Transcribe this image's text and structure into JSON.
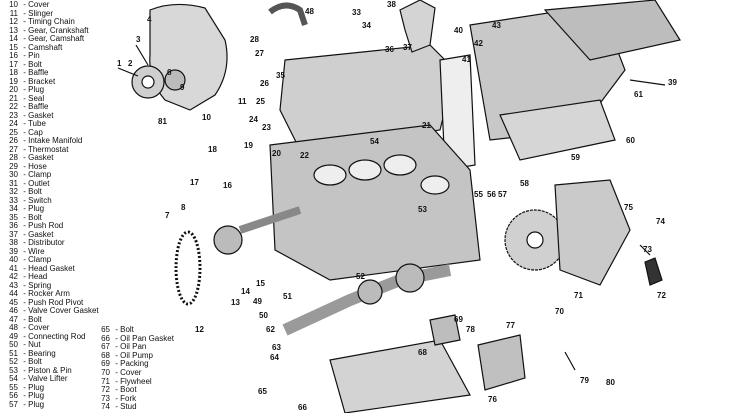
{
  "legend_left": [
    {
      "num": "10",
      "name": "Cover"
    },
    {
      "num": "11",
      "name": "Slinger"
    },
    {
      "num": "12",
      "name": "Timing Chain"
    },
    {
      "num": "13",
      "name": "Gear, Crankshaft"
    },
    {
      "num": "14",
      "name": "Gear, Camshaft"
    },
    {
      "num": "15",
      "name": "Camshaft"
    },
    {
      "num": "16",
      "name": "Pin"
    },
    {
      "num": "17",
      "name": "Bolt"
    },
    {
      "num": "18",
      "name": "Baffle"
    },
    {
      "num": "19",
      "name": "Bracket"
    },
    {
      "num": "20",
      "name": "Plug"
    },
    {
      "num": "21",
      "name": "Seal"
    },
    {
      "num": "22",
      "name": "Baffle"
    },
    {
      "num": "23",
      "name": "Gasket"
    },
    {
      "num": "24",
      "name": "Tube"
    },
    {
      "num": "25",
      "name": "Cap"
    },
    {
      "num": "26",
      "name": "Intake Manifold"
    },
    {
      "num": "27",
      "name": "Thermostat"
    },
    {
      "num": "28",
      "name": "Gasket"
    },
    {
      "num": "29",
      "name": "Hose"
    },
    {
      "num": "30",
      "name": "Clamp"
    },
    {
      "num": "31",
      "name": "Outlet"
    },
    {
      "num": "32",
      "name": "Bolt"
    },
    {
      "num": "33",
      "name": "Switch"
    },
    {
      "num": "34",
      "name": "Plug"
    },
    {
      "num": "35",
      "name": "Bolt"
    },
    {
      "num": "36",
      "name": "Push Rod"
    },
    {
      "num": "37",
      "name": "Gasket"
    },
    {
      "num": "38",
      "name": "Distributor"
    },
    {
      "num": "39",
      "name": "Wire"
    },
    {
      "num": "40",
      "name": "Clamp"
    },
    {
      "num": "41",
      "name": "Head Gasket"
    },
    {
      "num": "42",
      "name": "Head"
    },
    {
      "num": "43",
      "name": "Spring"
    },
    {
      "num": "44",
      "name": "Rocker Arm"
    },
    {
      "num": "45",
      "name": "Push Rod Pivot"
    },
    {
      "num": "46",
      "name": "Valve Cover Gasket"
    },
    {
      "num": "47",
      "name": "Bolt"
    },
    {
      "num": "48",
      "name": "Cover"
    },
    {
      "num": "49",
      "name": "Connecting Rod"
    },
    {
      "num": "50",
      "name": "Nut"
    },
    {
      "num": "51",
      "name": "Bearing"
    },
    {
      "num": "52",
      "name": "Bolt"
    },
    {
      "num": "53",
      "name": "Piston & Pin"
    },
    {
      "num": "54",
      "name": "Valve Lifter"
    },
    {
      "num": "55",
      "name": "Plug"
    },
    {
      "num": "56",
      "name": "Plug"
    },
    {
      "num": "57",
      "name": "Plug"
    }
  ],
  "legend_right": [
    {
      "num": "65",
      "name": "Bolt"
    },
    {
      "num": "66",
      "name": "Oil Pan Gasket"
    },
    {
      "num": "67",
      "name": "Oil Pan"
    },
    {
      "num": "68",
      "name": "Oil Pump"
    },
    {
      "num": "69",
      "name": "Packing"
    },
    {
      "num": "70",
      "name": "Cover"
    },
    {
      "num": "71",
      "name": "Flywheel"
    },
    {
      "num": "72",
      "name": "Boot"
    },
    {
      "num": "73",
      "name": "Fork"
    },
    {
      "num": "74",
      "name": "Stud"
    }
  ],
  "callouts": [
    {
      "label": "1"
    },
    {
      "label": "2"
    },
    {
      "label": "3"
    },
    {
      "label": "4"
    },
    {
      "label": "6"
    },
    {
      "label": "7"
    },
    {
      "label": "8"
    },
    {
      "label": "9"
    },
    {
      "label": "10"
    },
    {
      "label": "11"
    },
    {
      "label": "12"
    },
    {
      "label": "13"
    },
    {
      "label": "14"
    },
    {
      "label": "15"
    },
    {
      "label": "16"
    },
    {
      "label": "17"
    },
    {
      "label": "18"
    },
    {
      "label": "19"
    },
    {
      "label": "20"
    },
    {
      "label": "21"
    },
    {
      "label": "22"
    },
    {
      "label": "23"
    },
    {
      "label": "24"
    },
    {
      "label": "25"
    },
    {
      "label": "26"
    },
    {
      "label": "27"
    },
    {
      "label": "28"
    },
    {
      "label": "33"
    },
    {
      "label": "34"
    },
    {
      "label": "35"
    },
    {
      "label": "36"
    },
    {
      "label": "37"
    },
    {
      "label": "38"
    },
    {
      "label": "39"
    },
    {
      "label": "40"
    },
    {
      "label": "41"
    },
    {
      "label": "42"
    },
    {
      "label": "43"
    },
    {
      "label": "48"
    },
    {
      "label": "49"
    },
    {
      "label": "50"
    },
    {
      "label": "51"
    },
    {
      "label": "52"
    },
    {
      "label": "53"
    },
    {
      "label": "54"
    },
    {
      "label": "55"
    },
    {
      "label": "56"
    },
    {
      "label": "57"
    },
    {
      "label": "58"
    },
    {
      "label": "59"
    },
    {
      "label": "60"
    },
    {
      "label": "61"
    },
    {
      "label": "62"
    },
    {
      "label": "63"
    },
    {
      "label": "64"
    },
    {
      "label": "65"
    },
    {
      "label": "66"
    },
    {
      "label": "68"
    },
    {
      "label": "69"
    },
    {
      "label": "70"
    },
    {
      "label": "71"
    },
    {
      "label": "72"
    },
    {
      "label": "73"
    },
    {
      "label": "74"
    },
    {
      "label": "75"
    },
    {
      "label": "76"
    },
    {
      "label": "77"
    },
    {
      "label": "78"
    },
    {
      "label": "79"
    },
    {
      "label": "80"
    },
    {
      "label": "81"
    }
  ],
  "colors": {
    "ink": "#111111",
    "paper": "#ffffff",
    "shade": "#9a9a9a"
  }
}
